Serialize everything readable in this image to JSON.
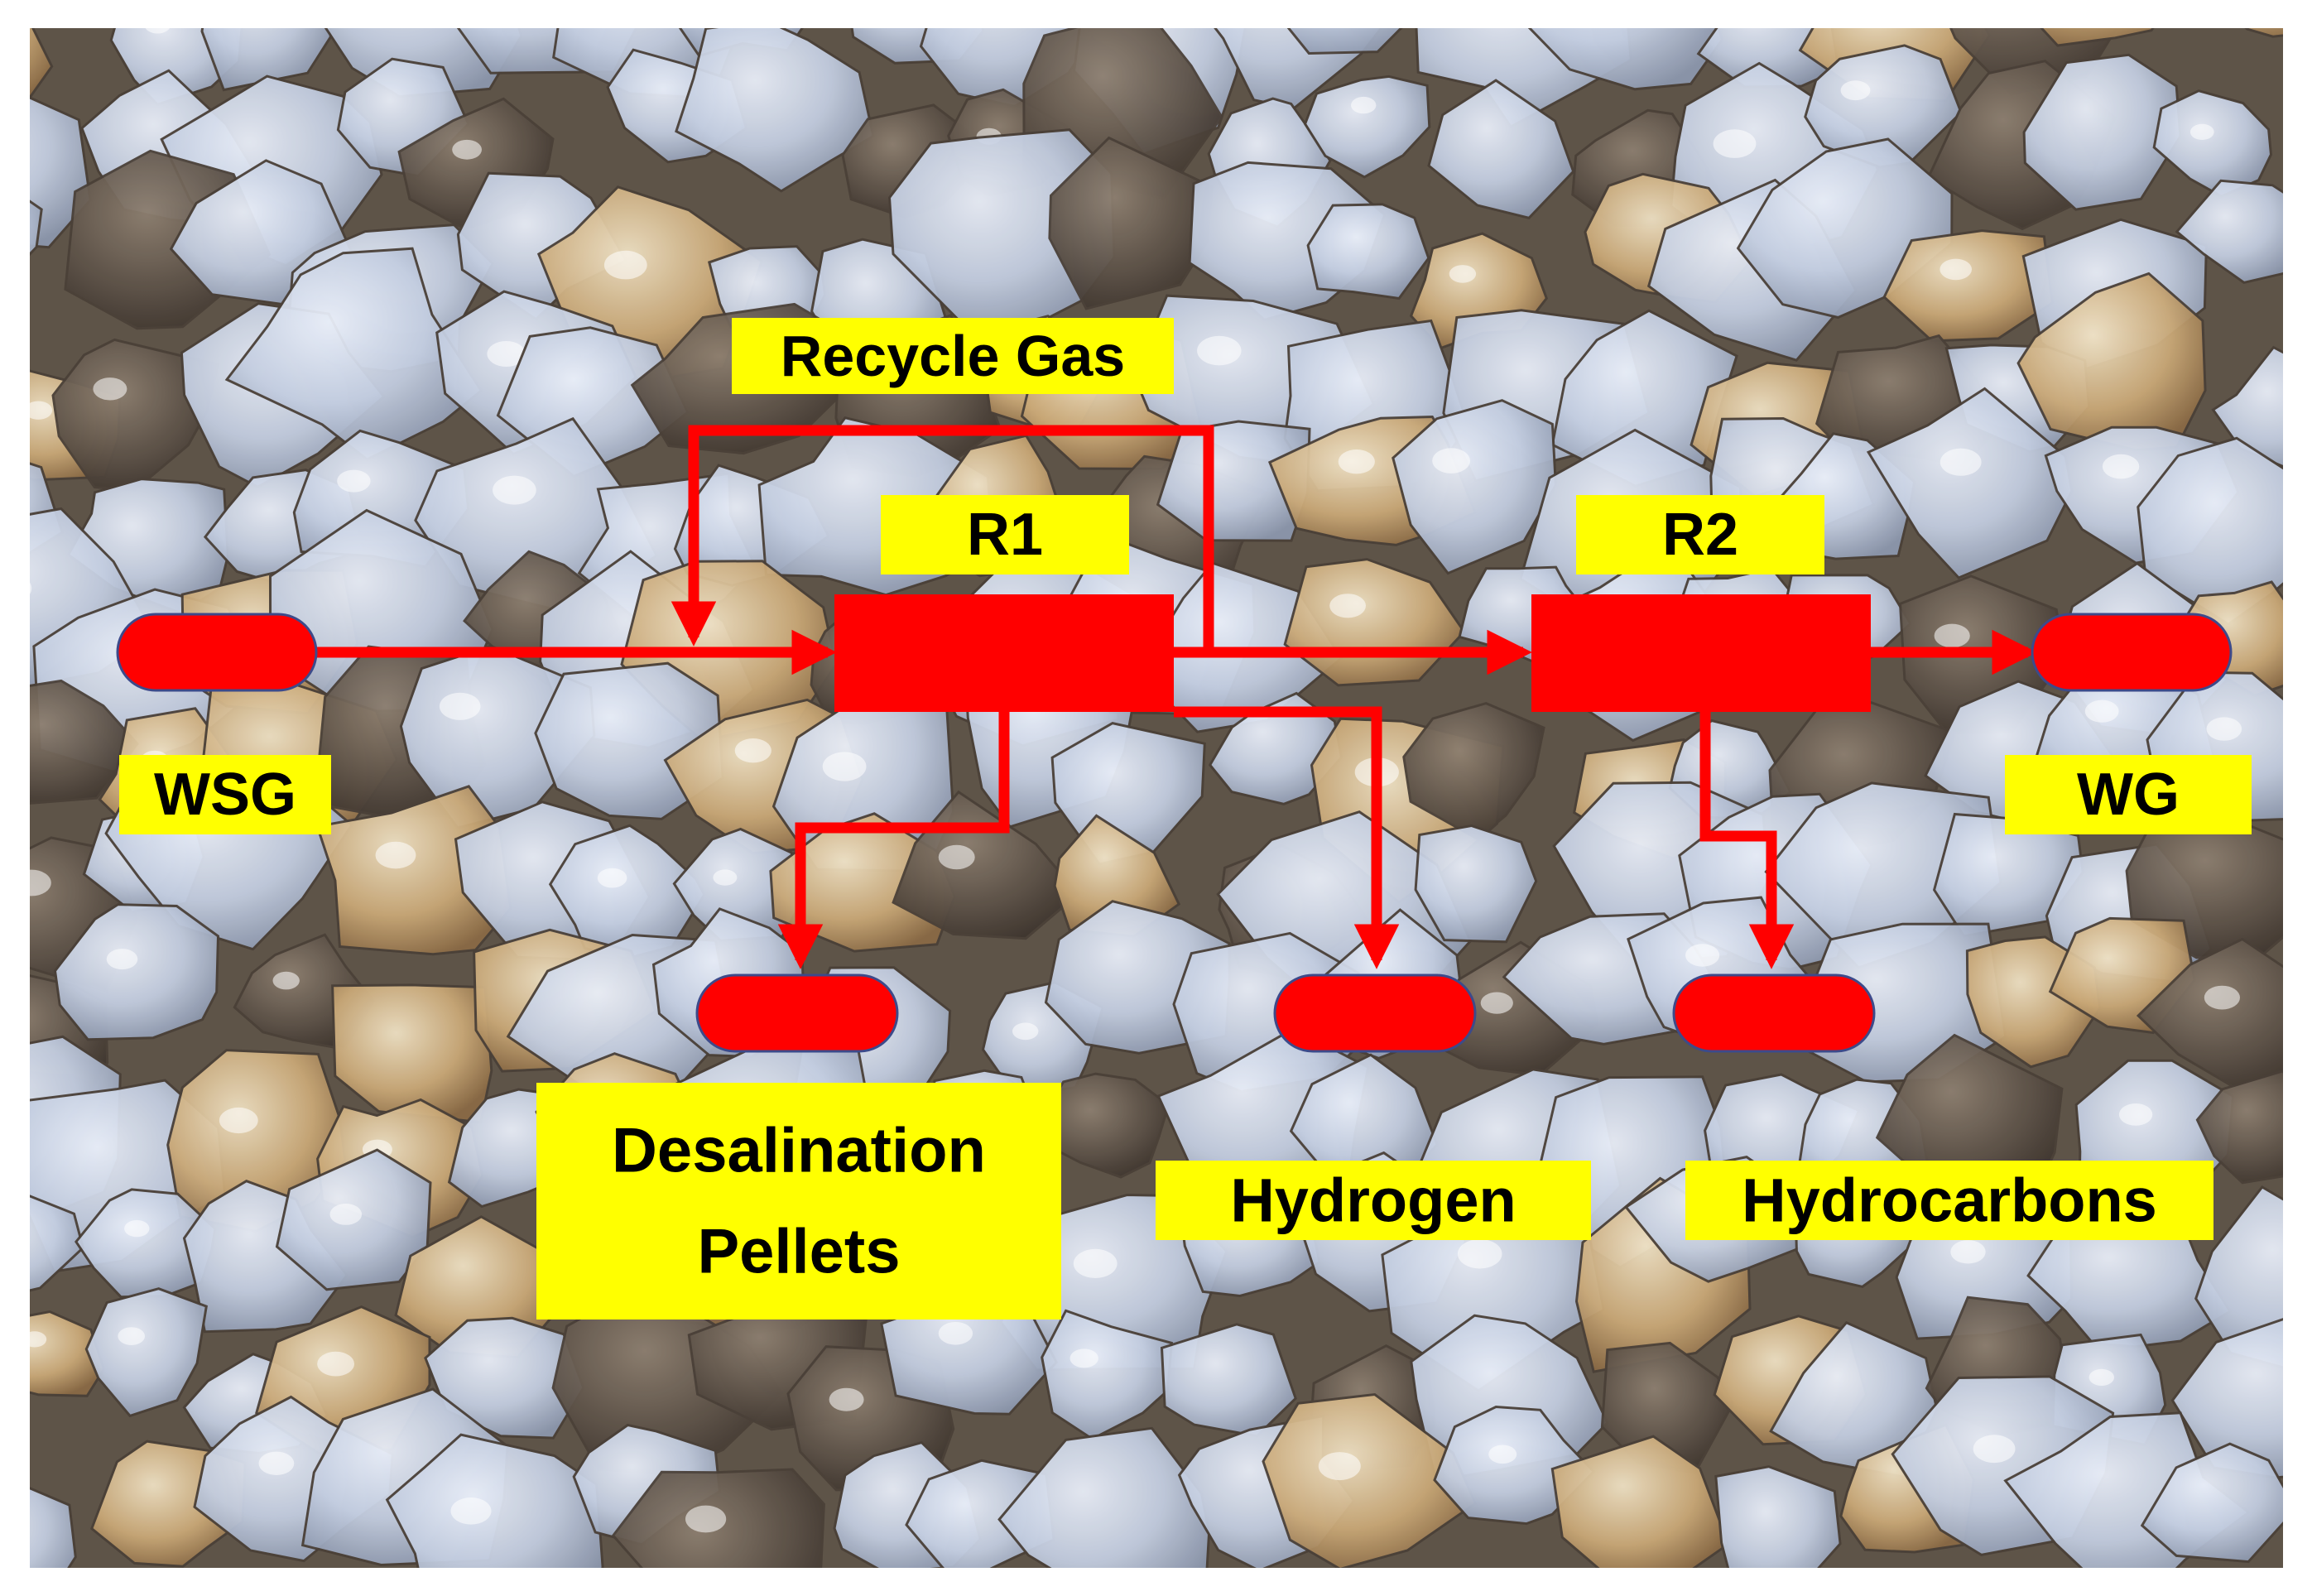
{
  "colors": {
    "flow": "#ff0000",
    "node_stroke": "#3d4a8a",
    "label_bg": "#ffff00",
    "label_text": "#000000",
    "background_theme": "quartz sand grains photo"
  },
  "labels": {
    "recycle_gas": "Recycle Gas",
    "r1": "R1",
    "r2": "R2",
    "wsg": "WSG",
    "wg": "WG",
    "desalination_line1": "Desalination",
    "desalination_line2": "Pellets",
    "hydrogen": "Hydrogen",
    "hydrocarbons": "Hydrocarbons"
  }
}
